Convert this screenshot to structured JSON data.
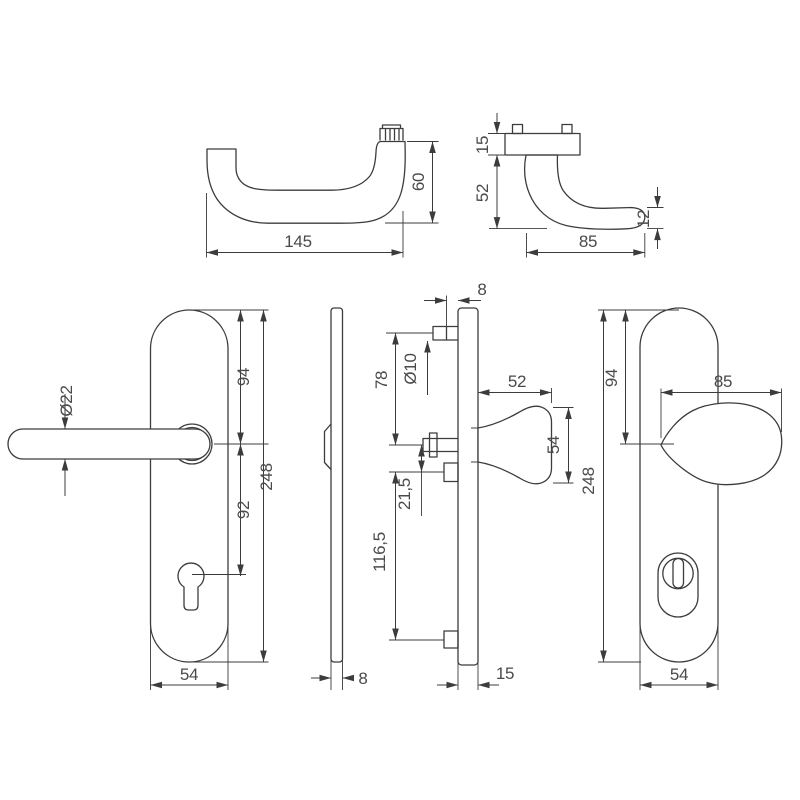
{
  "drawing": {
    "colors": {
      "line": "#3c3c3c",
      "text": "#4a4a4a",
      "background": "#ffffff"
    },
    "dims": {
      "v1_width": "145",
      "v1_height": "60",
      "v2_thickness": "15",
      "v2_height": "52",
      "v2_reach": "85",
      "v2_tip": "12",
      "v3_diameter": "Ø22",
      "v3_upper": "94",
      "v3_lower": "92",
      "v3_height": "248",
      "v3_width": "54",
      "v4_thickness": "8",
      "v5_offset": "8",
      "v5_pitch1": "78",
      "v5_pin_diameter": "Ø10",
      "v5_pitch2": "21,5",
      "v5_pitch3": "116,5",
      "v5_thickness": "15",
      "v5_knob_projection": "52",
      "v5_knob_diameter": "54",
      "v6_upper": "94",
      "v6_knob_width": "85",
      "v6_height": "248",
      "v6_width": "54"
    }
  }
}
